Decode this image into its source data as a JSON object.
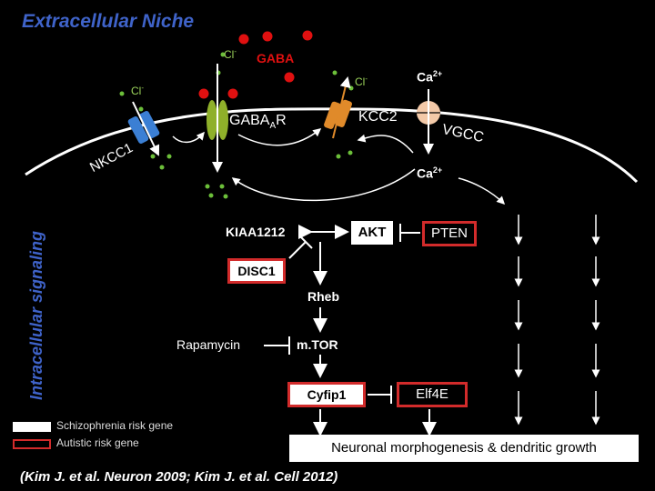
{
  "title": "Extracellular  Niche",
  "side_label": "Intracellular  signaling",
  "ions": {
    "cl": "Cl",
    "cl_sup": "-",
    "ca": "Ca",
    "ca_sup": "2+",
    "gaba": "GABA"
  },
  "channels": {
    "nkcc1": "NKCC1",
    "gabaa": "GABA",
    "gabaa_sub": "A",
    "gabaa_r": "R",
    "kcc2": "KCC2",
    "vgcc": "VGCC"
  },
  "nodes": {
    "kiaa1212": "KIAA1212",
    "akt": "AKT",
    "pten": "PTEN",
    "disc1": "DISC1",
    "rheb": "Rheb",
    "rapamycin": "Rapamycin",
    "mtor": "m.TOR",
    "cyfip1": "Cyfip1",
    "elf4e": "Elf4E",
    "outcome": "Neuronal morphogenesis & dendritic growth"
  },
  "legend": {
    "schizophrenia": "Schizophrenia risk gene",
    "autistic": "Autistic risk gene"
  },
  "citation": "(Kim J. et  al. Neuron 2009; Kim J. et al. Cell 2012)",
  "colors": {
    "title_blue": "#3f63c9",
    "autistic_red": "#d22b2b",
    "gaba_red": "#e01010",
    "cl_green": "#55aa33",
    "nkcc1_blue": "#3b7fd4",
    "gabaa_green": "#8fb02a",
    "kcc2_orange": "#e08a2a",
    "vgcc_peach": "#f3c9a8"
  }
}
